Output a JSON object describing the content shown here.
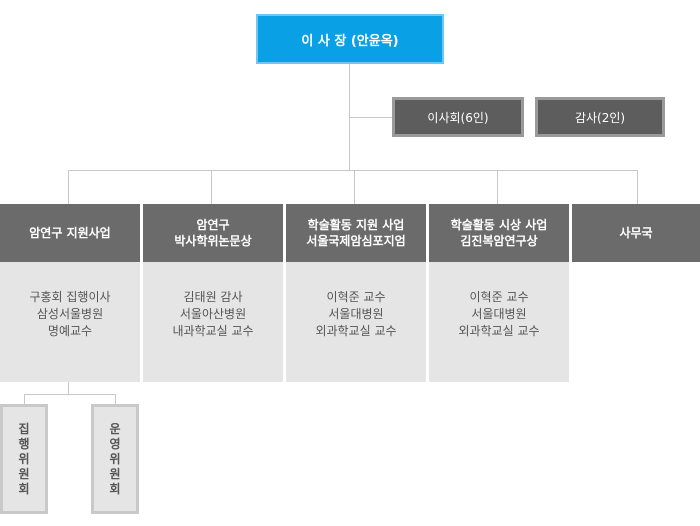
{
  "colors": {
    "top_box": "#0aa0e6",
    "top_box_border": "#70c6f0",
    "aux_box": "#5d5d5d",
    "aux_box_border": "#9a9a9a",
    "dept_header": "#6b6b6b",
    "dept_body": "#e5e5e5",
    "committee_border": "#c9c9c9",
    "connector": "#c8c8c8"
  },
  "chairman": {
    "label": "이 사 장 (안윤옥)"
  },
  "board": {
    "label": "이사회(6인)"
  },
  "auditors": {
    "label": "감사(2인)"
  },
  "departments": [
    {
      "title": [
        "암연구 지원사업"
      ],
      "body": [
        "구홍회 집행이사",
        "삼성서울병원",
        "명예교수"
      ]
    },
    {
      "title": [
        "암연구",
        "박사학위논문상"
      ],
      "body": [
        "김태원 감사",
        "서울아산병원",
        "내과학교실 교수"
      ]
    },
    {
      "title": [
        "학술활동 지원 사업",
        "서울국제암심포지엄"
      ],
      "body": [
        "이혁준 교수",
        "서울대병원",
        "외과학교실 교수"
      ]
    },
    {
      "title": [
        "학술활동 시상 사업",
        "김진복암연구상"
      ],
      "body": [
        "이혁준 교수",
        "서울대병원",
        "외과학교실 교수"
      ]
    },
    {
      "title": [
        "사무국"
      ],
      "body": []
    }
  ],
  "committees": [
    {
      "chars": [
        "집",
        "행",
        "위",
        "원",
        "회"
      ]
    },
    {
      "chars": [
        "운",
        "영",
        "위",
        "원",
        "회"
      ]
    }
  ]
}
